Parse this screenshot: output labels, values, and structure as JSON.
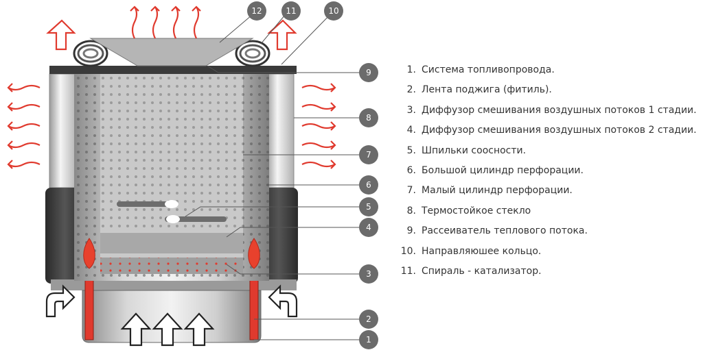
{
  "legend": {
    "items": [
      {
        "num": "1.",
        "text": "Система топливопровода."
      },
      {
        "num": "2.",
        "text": "Лента поджига (фитиль)."
      },
      {
        "num": "3.",
        "text": "Диффузор смешивания воздушных потоков 1 стадии."
      },
      {
        "num": "4.",
        "text": "Диффузор смешивания воздушных потоков 2 стадии."
      },
      {
        "num": "5.",
        "text": "Шпильки соосности."
      },
      {
        "num": "6.",
        "text": "Большой цилиндр перфорации."
      },
      {
        "num": "7.",
        "text": "Малый цилиндр перфорации."
      },
      {
        "num": "8.",
        "text": "Термостойкое стекло"
      },
      {
        "num": "9.",
        "text": "Рассеиватель теплового потока."
      },
      {
        "num": "10.",
        "text": "Направляюшее кольцо."
      },
      {
        "num": "11.",
        "text": "Спираль - катализатор."
      }
    ]
  },
  "callouts": [
    "1",
    "2",
    "3",
    "4",
    "5",
    "6",
    "7",
    "8",
    "9",
    "10",
    "11",
    "12"
  ],
  "colors": {
    "callout_circle": "#6b6b6b",
    "heat_arrow": "#e03a2e",
    "air_arrow": "#333333",
    "metal_dark": "#4a4a4a",
    "metal_light": "#bdbdbd",
    "flame": "#e8412d",
    "legend_text": "#333333"
  }
}
